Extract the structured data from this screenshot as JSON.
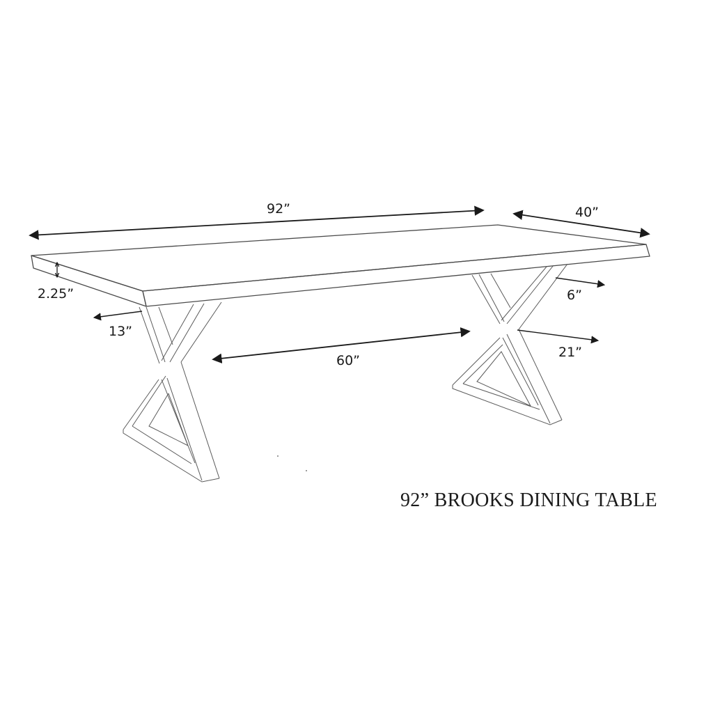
{
  "diagram": {
    "title": "92” BROOKS DINING TABLE",
    "subject": "dining table dimension drawing",
    "colors": {
      "line": "#4a4a4a",
      "arrow": "#1a1a1a",
      "background": "#ffffff"
    },
    "dimensions": {
      "length": {
        "label": "92”",
        "value": 92,
        "unit": "in"
      },
      "width": {
        "label": "40”",
        "value": 40,
        "unit": "in"
      },
      "top_thickness": {
        "label": "2.25”",
        "value": 2.25,
        "unit": "in"
      },
      "overhang": {
        "label": "13”",
        "value": 13,
        "unit": "in"
      },
      "leg_spacing": {
        "label": "60”",
        "value": 60,
        "unit": "in"
      },
      "leg_width": {
        "label": "6”",
        "value": 6,
        "unit": "in"
      },
      "leg_depth": {
        "label": "21”",
        "value": 21,
        "unit": "in"
      }
    }
  }
}
